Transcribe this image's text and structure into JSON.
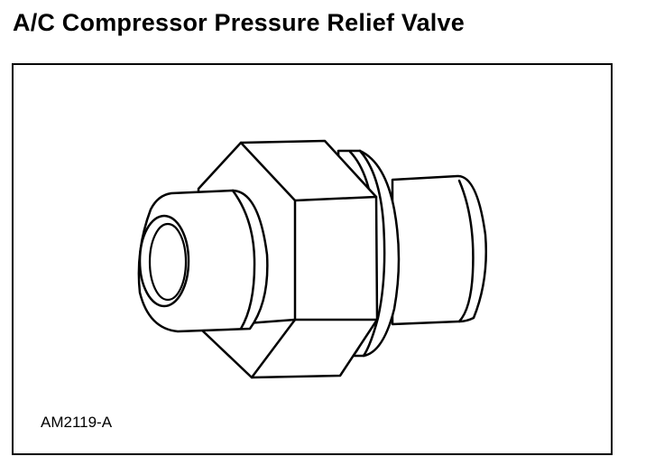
{
  "title": "A/C Compressor Pressure Relief Valve",
  "figure": {
    "part_name": "pressure-relief-valve",
    "figure_code": "AM2119-A",
    "stroke_color": "#000000",
    "fill_color": "#ffffff"
  }
}
